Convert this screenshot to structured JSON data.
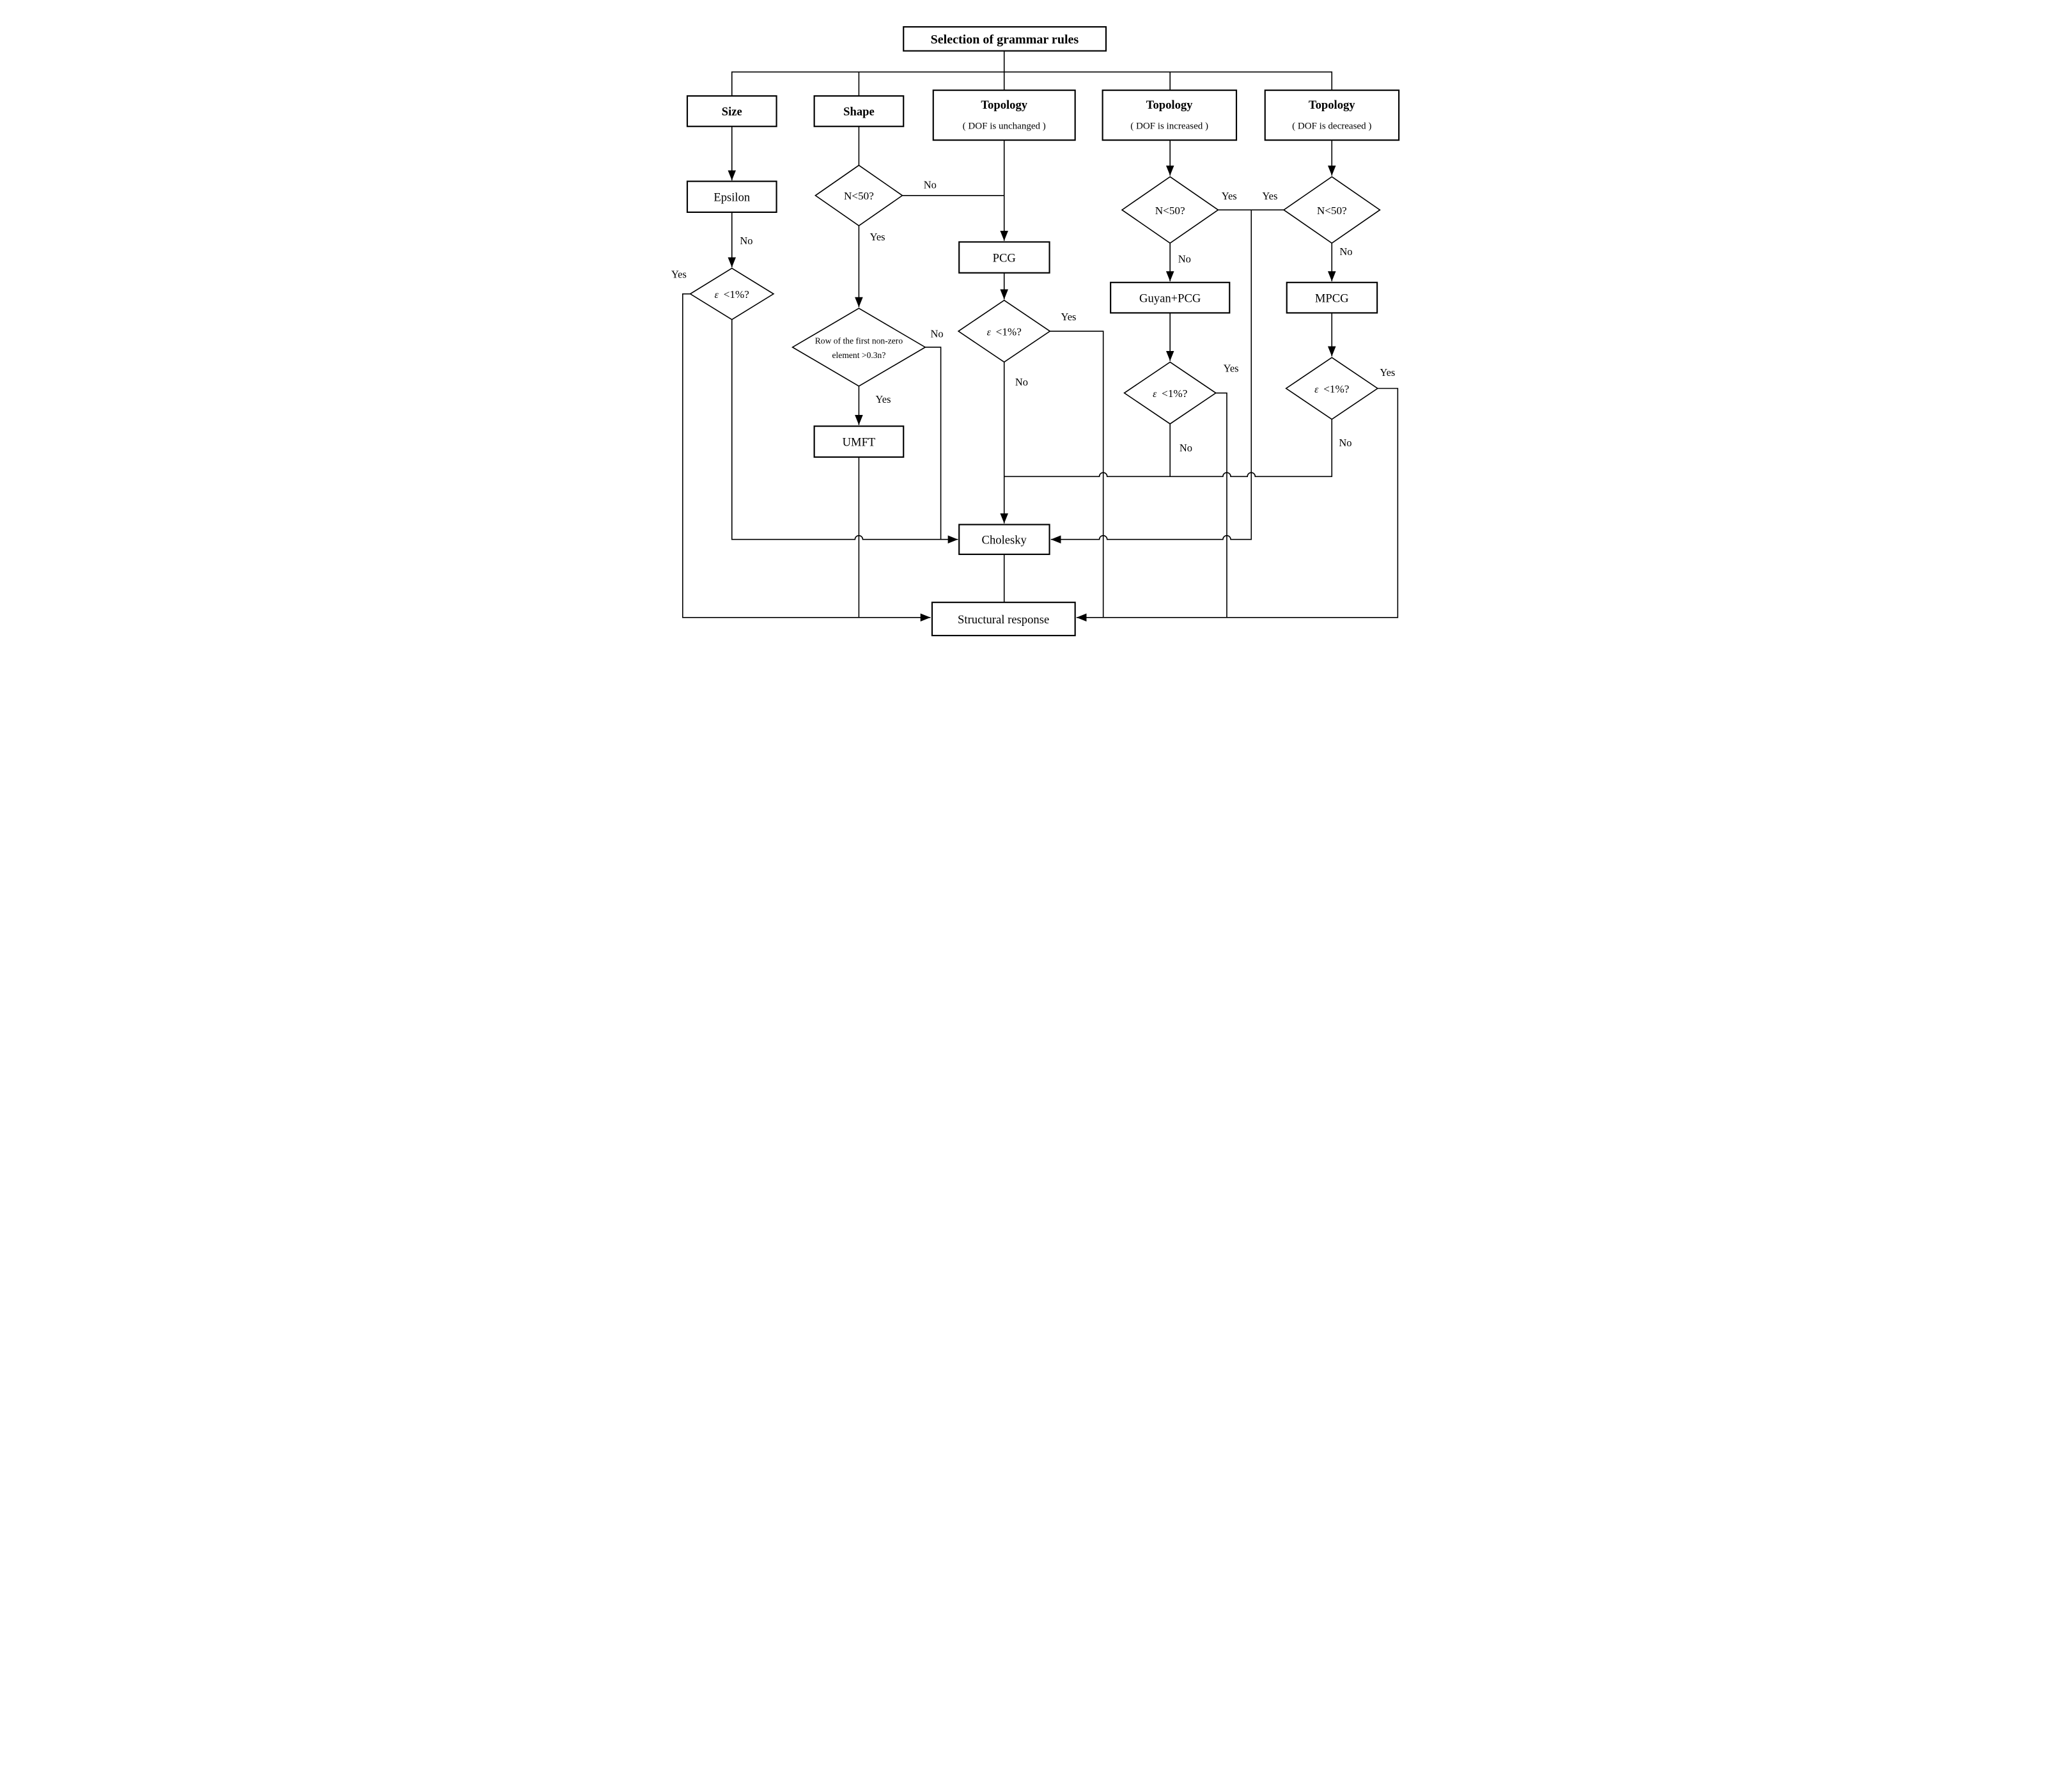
{
  "title": {
    "label": "Selection of grammar rules"
  },
  "branches": {
    "size": {
      "header": "Size"
    },
    "shape": {
      "header": "Shape"
    },
    "topology_unchanged": {
      "header": "Topology",
      "subheader": "( DOF is unchanged )"
    },
    "topology_increased": {
      "header": "Topology",
      "subheader": "( DOF is increased )"
    },
    "topology_decreased": {
      "header": "Topology",
      "subheader": "( DOF is decreased )"
    }
  },
  "process_nodes": {
    "epsilon": "Epsilon",
    "pcg": "PCG",
    "guyan_pcg": "Guyan+PCG",
    "mpcg": "MPCG",
    "umft": "UMFT",
    "cholesky": "Cholesky",
    "structural_response": "Structural response"
  },
  "decision_nodes": {
    "n50_shape": "N<50?",
    "n50_increased": "N<50?",
    "n50_decreased": "N<50?",
    "row_first_nonzero": {
      "line1": "Row of the first non-zero",
      "line2": "element >0.3n?"
    },
    "eps_size": {
      "symbol": "ε",
      "question": "<1%?"
    },
    "eps_unchanged": {
      "symbol": "ε",
      "question": "<1%?"
    },
    "eps_increased": {
      "symbol": "ε",
      "question": "<1%?"
    },
    "eps_decreased": {
      "symbol": "ε",
      "question": "<1%?"
    }
  },
  "edge_labels": {
    "size_no": "No",
    "size_eps_yes": "Yes",
    "shape_n50_no": "No",
    "shape_n50_yes": "Yes",
    "row_no": "No",
    "row_yes": "Yes",
    "pcg_eps_yes": "Yes",
    "pcg_eps_no": "No",
    "n50_increased_yes": "Yes",
    "n50_decreased_yes": "Yes",
    "n50_increased_no": "No",
    "n50_decreased_no": "No",
    "guyan_eps_yes": "Yes",
    "guyan_eps_no": "No",
    "mpcg_eps_yes": "Yes",
    "mpcg_eps_no": "No"
  },
  "colors": {
    "ink": "#000000",
    "paper": "#ffffff"
  }
}
